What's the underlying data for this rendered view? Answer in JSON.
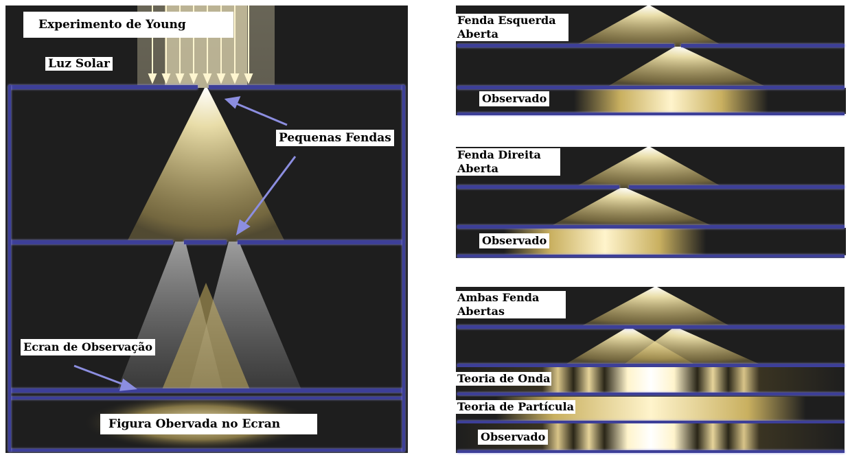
{
  "left": {
    "title": "Experimento de Young",
    "sunlight_label": "Luz Solar",
    "slits_label": "Pequenas Fendas",
    "screen_label": "Ecran de Observação",
    "pattern_label": "Figura Obervada no Ecran"
  },
  "right": {
    "left_open": {
      "label": "Fenda Esquerda Aberta",
      "observed_label": "Observado"
    },
    "right_open": {
      "label": "Fenda Direita Aberta",
      "observed_label": "Observado"
    },
    "both_open": {
      "label": "Ambas Fenda Abertas",
      "wave_label": "Teoria de Onda",
      "particle_label": "Teoria de Partícula",
      "observed_label": "Observado"
    }
  },
  "colors": {
    "background": "#1e1e1e",
    "barrier": "#3d3f98",
    "light": "#fff2b8",
    "label_bg": "#ffffff"
  }
}
